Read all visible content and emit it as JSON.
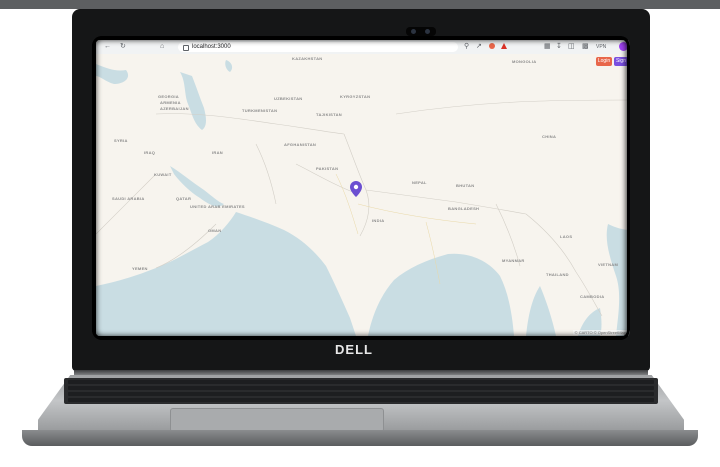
{
  "device": {
    "brand_logo": "DELL"
  },
  "browser": {
    "url": "localhost:3000",
    "back_icon": "arrow-left-icon",
    "reload_icon": "reload-icon",
    "profile_badge": "VPN"
  },
  "map": {
    "buttons": {
      "login_label": "Login",
      "signup_label": "Sign"
    },
    "labels": {
      "kazakhstan": "KAZAKHSTAN",
      "mongolia": "MONGOLIA",
      "uzbekistan": "UZBEKISTAN",
      "kyrgyzstan": "KYRGYZSTAN",
      "turkmenistan": "TURKMENISTAN",
      "tajikistan": "TAJIKISTAN",
      "georgia": "GEORGIA",
      "armenia": "ARMENIA",
      "azerbaijan": "AZERBAIJAN",
      "syria": "SYRIA",
      "iraq": "IRAQ",
      "iran": "IRAN",
      "afghanistan": "AFGHANISTAN",
      "china": "CHINA",
      "pakistan": "PAKISTAN",
      "kuwait": "KUWAIT",
      "nepal": "NEPAL",
      "bhutan": "BHUTAN",
      "saudi_arabia": "SAUDI ARABIA",
      "qatar": "QATAR",
      "uae": "UNITED ARAB EMIRATES",
      "oman": "OMAN",
      "india": "INDIA",
      "bangladesh": "BANGLADESH",
      "yemen": "YEMEN",
      "myanmar": "MYANMAR",
      "laos": "LAOS",
      "thailand": "THAILAND",
      "vietnam": "VIETNAM",
      "cambodia": "CAMBODIA"
    },
    "attribution": "© CARTO © OpenStreetMap"
  },
  "colors": {
    "land": "#f7f4ee",
    "water": "#c9dde3",
    "pin": "#6b4fd1",
    "login": "#e8664a",
    "signup": "#7a4fe0"
  }
}
